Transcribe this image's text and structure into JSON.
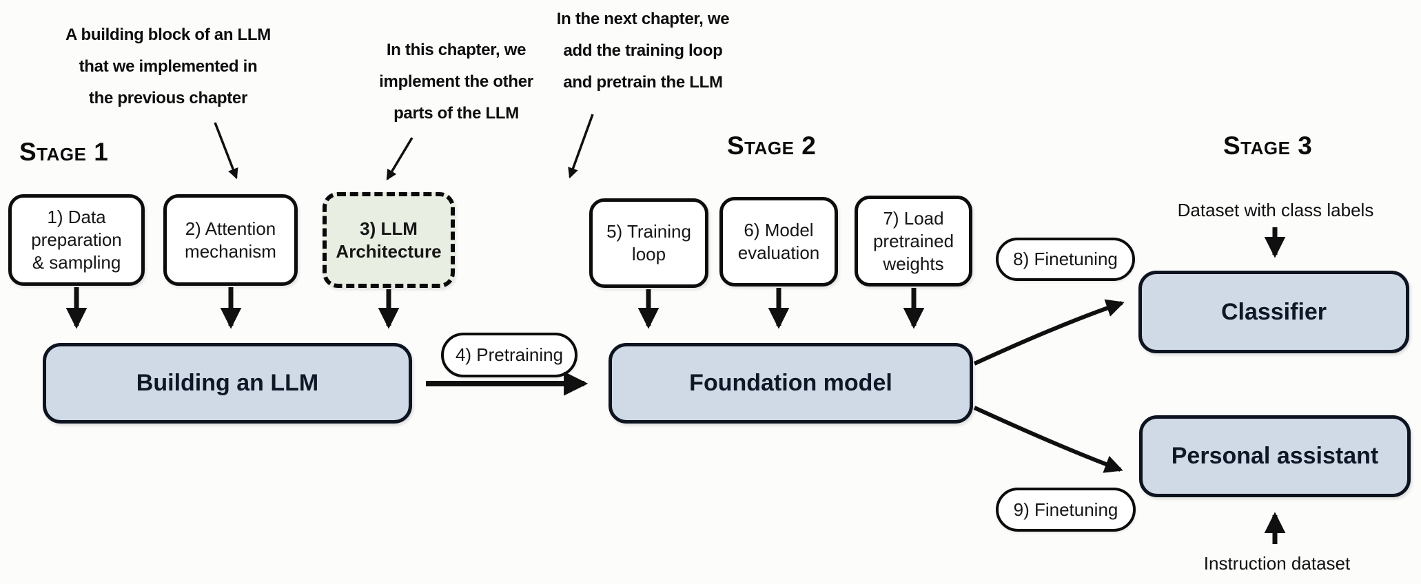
{
  "colors": {
    "bg": "#fcfcfb",
    "box-blue": "#cfdae6",
    "box-green": "#e9eee3",
    "box-white": "#ffffff",
    "border-dark": "#0d1420",
    "text-dark": "#0e1726",
    "text-black": "#161616",
    "arrow-black": "#101010"
  },
  "stages": [
    {
      "label": "Stage 1"
    },
    {
      "label": "Stage 2"
    },
    {
      "label": "Stage 3"
    }
  ],
  "annotations": [
    {
      "lines": [
        "A building block of an LLM",
        "that we implemented in",
        "the previous chapter"
      ]
    },
    {
      "lines": [
        "In this chapter, we",
        "implement the other",
        "parts of the LLM"
      ]
    },
    {
      "lines": [
        "In the next chapter, we",
        "add the training loop",
        "and pretrain the LLM"
      ]
    }
  ],
  "step_boxes": [
    {
      "id": "data-preparation",
      "lines": [
        "1) Data",
        "preparation",
        "& sampling"
      ]
    },
    {
      "id": "attention-mechanism",
      "lines": [
        "2) Attention",
        "mechanism"
      ]
    },
    {
      "id": "llm-architecture",
      "lines": [
        "3) LLM",
        "Architecture"
      ],
      "highlighted": true
    },
    {
      "id": "training-loop",
      "lines": [
        "5) Training",
        "loop"
      ]
    },
    {
      "id": "model-evaluation",
      "lines": [
        "6) Model",
        "evaluation"
      ]
    },
    {
      "id": "load-pretrained-weights",
      "lines": [
        "7) Load",
        "pretrained",
        "weights"
      ]
    }
  ],
  "pills": [
    {
      "label": "4) Pretraining"
    },
    {
      "label": "8) Finetuning"
    },
    {
      "label": "9) Finetuning"
    }
  ],
  "main_boxes": [
    {
      "label": "Building an LLM"
    },
    {
      "label": "Foundation model"
    },
    {
      "label": "Classifier"
    },
    {
      "label": "Personal assistant"
    }
  ],
  "side_labels": {
    "classifier_input": "Dataset with class labels",
    "assistant_input": "Instruction dataset"
  }
}
